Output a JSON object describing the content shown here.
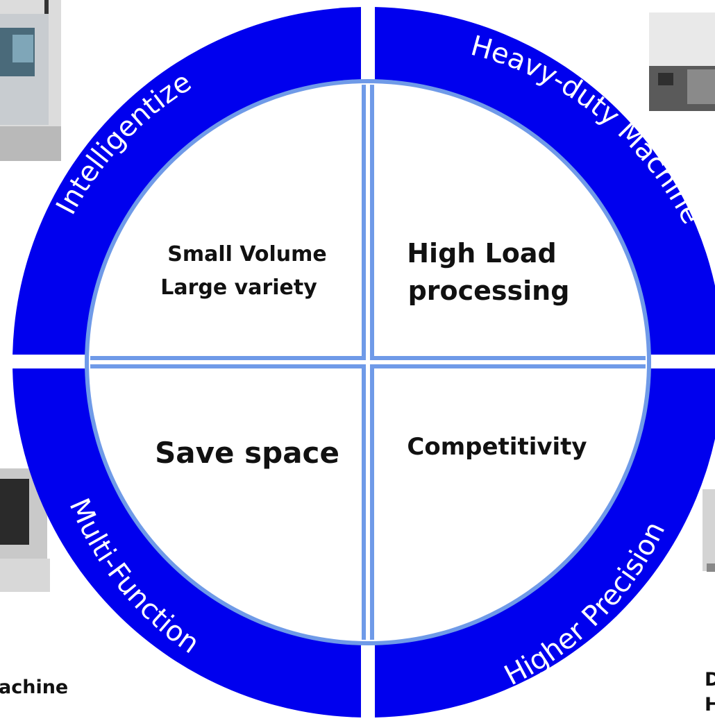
{
  "ring_labels": {
    "top_left": "Intelligentize",
    "top_right": "Heavy-duty Machine",
    "bottom_left": "Multi-Function",
    "bottom_right": "Higher Precision"
  },
  "quadrants": {
    "top_left": [
      "Small Volume",
      "Large variety"
    ],
    "top_right": [
      "High Load",
      "processing"
    ],
    "bottom_left": [
      "Save space"
    ],
    "bottom_right": [
      "Competitivity"
    ]
  },
  "captions": {
    "bottom_left": "achine",
    "bottom_right": [
      "D",
      "H"
    ]
  },
  "colors": {
    "ring": "#0000ee",
    "divider": "#6f9ae8",
    "text_dark": "#111111",
    "text_ring": "#ffffff"
  }
}
